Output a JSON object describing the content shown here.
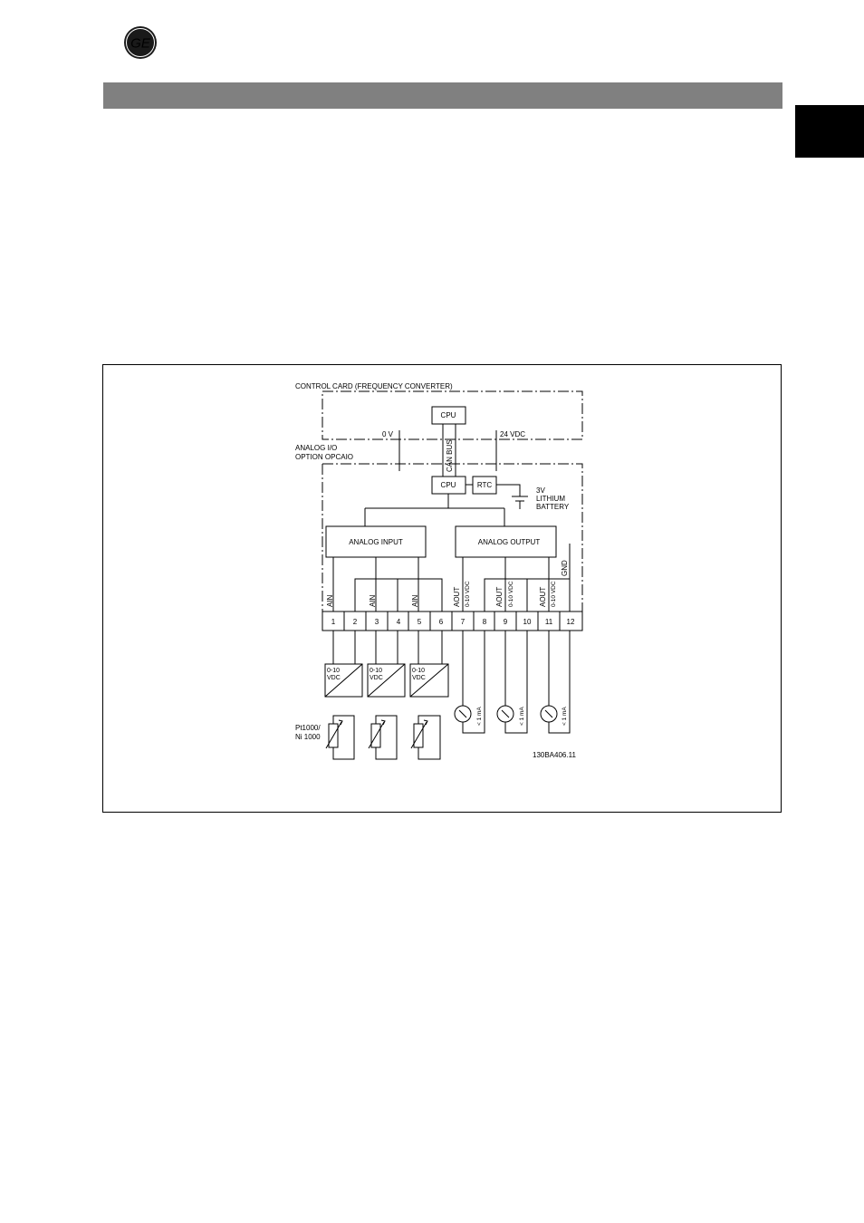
{
  "logo": {
    "text": "GE"
  },
  "colors": {
    "header_bar": "#808080",
    "chapter_tab": "#000000",
    "line": "#000000"
  },
  "diagram": {
    "control_card_label": "CONTROL CARD (FREQUENCY CONVERTER)",
    "option_label_1": "ANALOG I/O",
    "option_label_2": "OPTION OPCAIO",
    "cpu_top": "CPU",
    "cpu_bottom": "CPU",
    "rtc": "RTC",
    "can_bus": "CAN BUS",
    "zero_v": "0 V",
    "vdc24": "24 VDC",
    "battery_1": "3V",
    "battery_2": "LITHIUM",
    "battery_3": "BATTERY",
    "analog_input": "ANALOG INPUT",
    "analog_output": "ANALOG OUTPUT",
    "terminal_labels": [
      "AIN",
      "AIN",
      "AIN",
      "AOUT",
      "0-10 VDC",
      "AOUT",
      "0-10 VDC",
      "AOUT",
      "0-10 VDC",
      "GND"
    ],
    "terminals": [
      "1",
      "2",
      "3",
      "4",
      "5",
      "6",
      "7",
      "8",
      "9",
      "10",
      "11",
      "12"
    ],
    "sensor_label_1": "0-10",
    "sensor_label_2": "VDC",
    "meter_label": "< 1 mA",
    "pt_label_1": "Pt1000/",
    "pt_label_2": "Ni 1000",
    "drawing_number": "130BA406.11"
  }
}
